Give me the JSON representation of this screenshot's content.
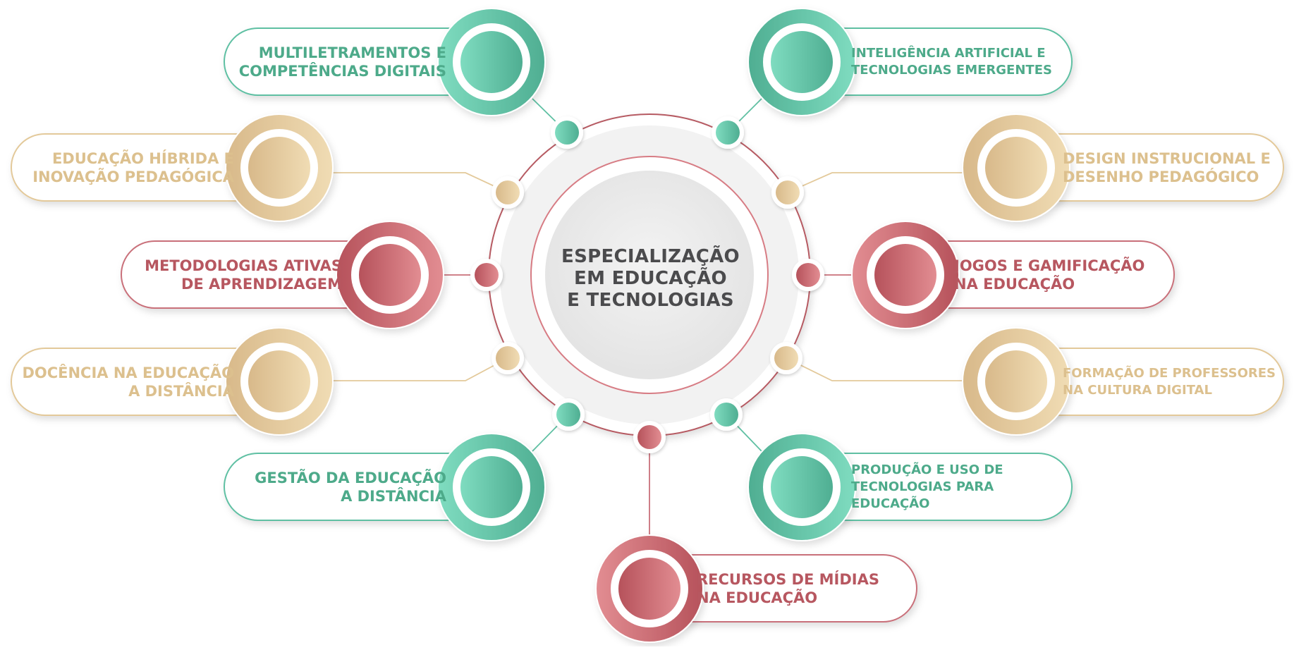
{
  "center": {
    "title": "ESPECIALIZAÇÃO\nEM EDUCAÇÃO\nE TECNOLOGIAS"
  },
  "colors": {
    "teal": "#5fc0a3",
    "teal_text": "#4daa8a",
    "gold": "#e3c99a",
    "gold_text": "#dcc08e",
    "red": "#c9707a",
    "red_text": "#b75760",
    "hub_ring": "#b65a62",
    "hub_fill": "#eeeeee"
  },
  "nodes": [
    {
      "id": "multiletramentos",
      "label": "MULTILETRAMENTOS E\nCOMPETÊNCIAS DIGITAIS",
      "theme": "teal",
      "side": "left"
    },
    {
      "id": "educacao-hibrida",
      "label": "EDUCAÇÃO HÍBRIDA E\nINOVAÇÃO PEDAGÓGICA",
      "theme": "gold",
      "side": "left"
    },
    {
      "id": "metodologias-ativas",
      "label": "METODOLOGIAS ATIVAS\nDE APRENDIZAGEM",
      "theme": "red",
      "side": "left"
    },
    {
      "id": "docencia-ead",
      "label": "DOCÊNCIA NA EDUCAÇÃO\nA DISTÂNCIA",
      "theme": "gold",
      "side": "left"
    },
    {
      "id": "gestao-ead",
      "label": "GESTÃO DA EDUCAÇÃO\nA DISTÂNCIA",
      "theme": "teal",
      "side": "left"
    },
    {
      "id": "inteligencia-artificial",
      "label": "INTELIGÊNCIA ARTIFICIAL E\nTECNOLOGIAS EMERGENTES",
      "theme": "teal",
      "side": "right"
    },
    {
      "id": "design-instrucional",
      "label": "DESIGN INSTRUCIONAL E\nDESENHO PEDAGÓGICO",
      "theme": "gold",
      "side": "right"
    },
    {
      "id": "jogos-gamificacao",
      "label": "JOGOS E GAMIFICAÇÃO\nNA EDUCAÇÃO",
      "theme": "red",
      "side": "right"
    },
    {
      "id": "formacao-professores",
      "label": "FORMAÇÃO DE PROFESSORES\nNA CULTURA DIGITAL",
      "theme": "gold",
      "side": "right"
    },
    {
      "id": "producao-tecnologias",
      "label": "PRODUÇÃO E USO DE\nTECNOLOGIAS PARA EDUCAÇÃO",
      "theme": "teal",
      "side": "right"
    },
    {
      "id": "recursos-midias",
      "label": "RECURSOS DE MÍDIAS\nNA EDUCAÇÃO",
      "theme": "red",
      "side": "right"
    }
  ]
}
